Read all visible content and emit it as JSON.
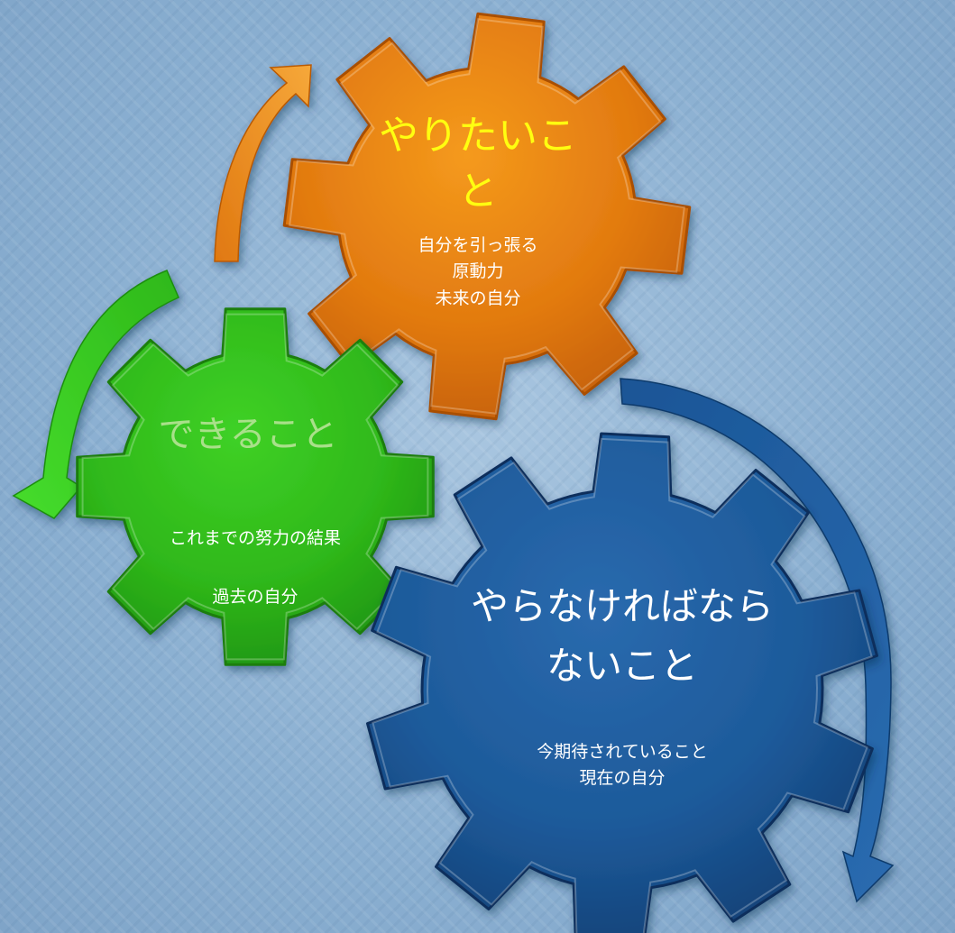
{
  "gears": {
    "orange": {
      "title": "やりたいこと",
      "lines": [
        "自分を引っ張る",
        "原動力",
        "未来の自分"
      ],
      "color": "#f08a12"
    },
    "green": {
      "title": "できること",
      "lines": [
        "これまでの努力の結果",
        "過去の自分"
      ],
      "color": "#35c51e"
    },
    "blue": {
      "title": "やらなければならないこと",
      "lines": [
        "今期待されていること",
        "現在の自分"
      ],
      "color": "#1d5a9a"
    }
  },
  "colors": {
    "background": "#8fb3d4",
    "orange_title": "#ffff10",
    "green_title": "#a9e08a",
    "white": "#ffffff"
  }
}
